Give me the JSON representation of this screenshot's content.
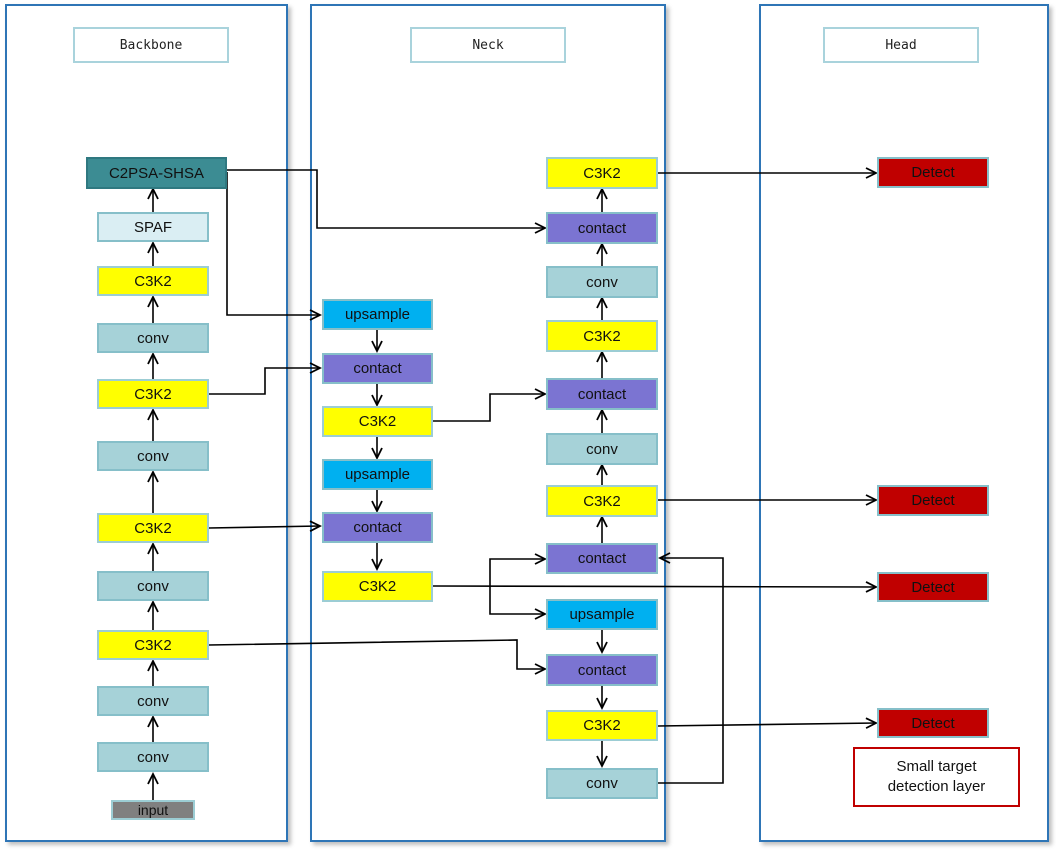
{
  "panels": {
    "backbone": "Backbone",
    "neck": "Neck",
    "head": "Head"
  },
  "backbone": {
    "c2psa": "C2PSA-SHSA",
    "spaf": "SPAF",
    "c3k2_1": "C3K2",
    "conv_1": "conv",
    "c3k2_2": "C3K2",
    "conv_2": "conv",
    "c3k2_3": "C3K2",
    "conv_3": "conv",
    "c3k2_4": "C3K2",
    "conv_4": "conv",
    "conv_5": "conv",
    "input": "input"
  },
  "neck_left": {
    "upsample_1": "upsample",
    "contact_1": "contact",
    "c3k2_1": "C3K2",
    "upsample_2": "upsample",
    "contact_2": "contact",
    "c3k2_2": "C3K2"
  },
  "neck_right": {
    "c3k2_top": "C3K2",
    "contact_1": "contact",
    "conv_1": "conv",
    "c3k2_2": "C3K2",
    "contact_2": "contact",
    "conv_2": "conv",
    "c3k2_3": "C3K2",
    "contact_3": "contact",
    "upsample": "upsample",
    "contact_4": "contact",
    "c3k2_4": "C3K2",
    "conv_3": "conv"
  },
  "head": {
    "detect_1": "Detect",
    "detect_2": "Detect",
    "detect_3": "Detect",
    "detect_4": "Detect",
    "note_line1": "Small target",
    "note_line2": "detection layer"
  }
}
